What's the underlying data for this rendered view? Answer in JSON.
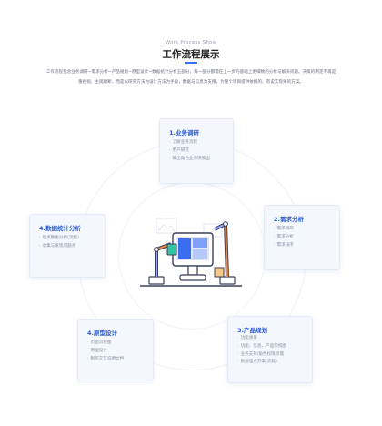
{
  "header": {
    "subtitle": "Work Process Show",
    "title": "工作流程展示",
    "intro": "工作流程包含业务调研~需求分析~产品规划~原型设计~数据统计分析五部分，每一部分都需在上一步的基础上更细致的分析与解决问题。决策的制定不再是重视视、主观臆断，而是以研究方法为设计方法为手段，数据与信息为支撑，为整个项目提供依据的、有说实现果的方案。"
  },
  "steps": [
    {
      "title": "1.业务调研",
      "items": [
        "了解业务流程",
        "用户研究",
        "输出角色业务决策图"
      ]
    },
    {
      "title": "2.需求分析",
      "items": [
        "需求调研",
        "需求分析",
        "需求排序"
      ]
    },
    {
      "title": "3.产品规划",
      "items": [
        "功能清单",
        "功能、信息、产品架构图",
        "业务支持/角色权限梳理",
        "数据埋点方案(流程)"
      ]
    },
    {
      "title": "4.原型设计",
      "items": [
        "页面流程图",
        "原型设计",
        "制作交互说明文档"
      ]
    },
    {
      "title": "4.数据统计分析",
      "items": [
        "埋点数据分析(流程)",
        "收集与发现问题点"
      ]
    }
  ],
  "colors": {
    "accent": "#2c5fd6",
    "card_bg": "#f4f7fe",
    "robot_orange": "#f28c3b",
    "screen_blue": "#3a6df0"
  },
  "illustration": {
    "name": "robot-arm-computer-illustration"
  }
}
